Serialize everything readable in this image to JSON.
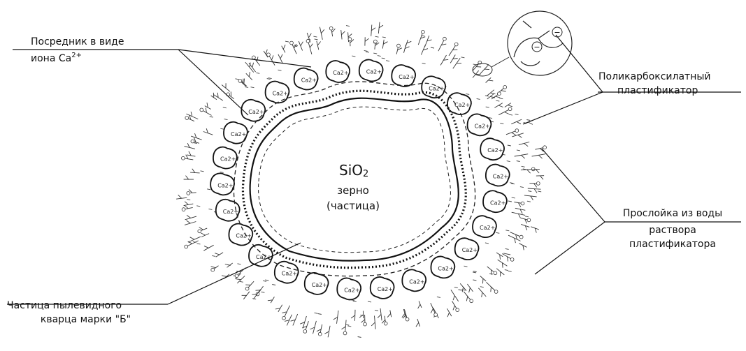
{
  "labels": {
    "mediator_line1": "Посредник в виде",
    "mediator_line2": "иона Ca",
    "mediator_sup": "2+",
    "plasticizer_line1": "Поликарбоксилатный",
    "plasticizer_line2": "пластификатор",
    "layer_line1": "Прослойка из воды",
    "layer_line2": "раствора",
    "layer_line3": "пластификатора",
    "quartz_line1": "Частица пылевидного",
    "quartz_line2": "кварца марки \"Б\"",
    "core_formula": "SiO",
    "core_sub": "2",
    "core_line1": "зерно",
    "core_line2": "(частица)",
    "ion_glyph": "Ca",
    "ion_sup": "2+",
    "ion_charge": "−"
  }
}
